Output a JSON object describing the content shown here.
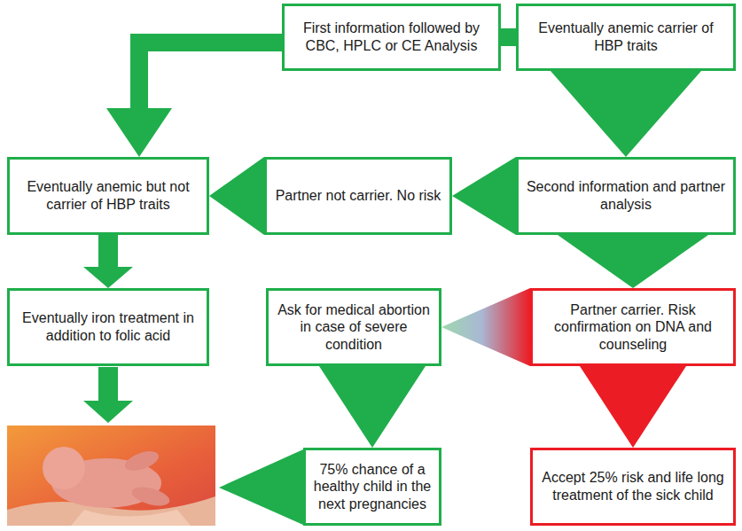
{
  "diagram": {
    "nodes": [
      {
        "text": [
          "First information followed by CBC, HPLC or CE Analysis"
        ]
      },
      {
        "text": [
          "Eventually anemic carrier of HBP traits"
        ]
      },
      {
        "text": [
          "Eventually anemic but not carrier of HBP traits"
        ]
      },
      {
        "text": [
          "Partner not carrier. No risk"
        ]
      },
      {
        "text": [
          "Second information and partner analysis"
        ]
      },
      {
        "text": [
          "Eventually iron treatment in addition to folic acid"
        ]
      },
      {
        "text": [
          "Ask for medical abortion in case of severe condition"
        ]
      },
      {
        "text": [
          "Partner carrier. Risk confirmation on DNA and counseling"
        ]
      },
      {
        "text": [
          "75% chance of a healthy child in the next pregnancies"
        ]
      },
      {
        "text": [
          "Accept 25% risk and life long treatment of the sick child"
        ]
      }
    ],
    "edges": [
      {
        "from": 0,
        "to": 1,
        "arrow": "none"
      },
      {
        "from": 0,
        "to": 2,
        "arrow": "to"
      },
      {
        "from": 1,
        "to": 4,
        "arrow": "to"
      },
      {
        "from": 4,
        "to": 3,
        "arrow": "to"
      },
      {
        "from": 3,
        "to": 2,
        "arrow": "to"
      },
      {
        "from": 2,
        "to": 5,
        "arrow": "to"
      },
      {
        "from": 4,
        "to": 7,
        "arrow": "to"
      },
      {
        "from": 7,
        "to": 6,
        "arrow": "to"
      },
      {
        "from": 7,
        "to": 9,
        "arrow": "to"
      },
      {
        "from": 6,
        "to": 8,
        "arrow": "to"
      }
    ]
  }
}
